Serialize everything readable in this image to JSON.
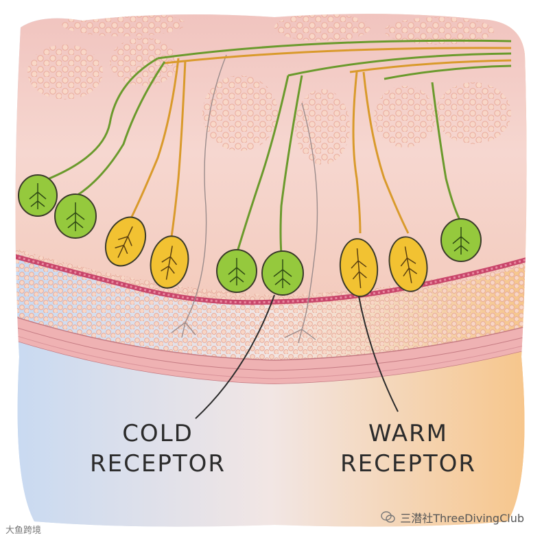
{
  "labels": {
    "cold_line1": "COLD",
    "cold_line2": "RECEPTOR",
    "warm_line1": "WARM",
    "warm_line2": "RECEPTOR"
  },
  "watermarks": {
    "right_text": "三潜社ThreeDivingClub",
    "left_text": "大鱼跨境"
  },
  "colors": {
    "cold_receptor": "#95c93d",
    "warm_receptor": "#f2c232",
    "cold_fiber": "#6a9a2c",
    "warm_fiber": "#d99a2b",
    "skin_pink": "#f3c9c5",
    "fat_cell": "#f6d2c2",
    "background_cold": "#c9dcf3",
    "background_warm": "#f6c78c"
  },
  "icons": [
    "wechat-icon"
  ]
}
